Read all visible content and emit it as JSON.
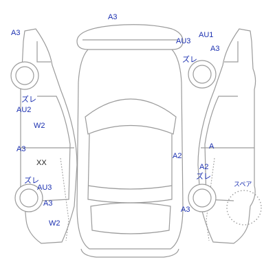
{
  "diagram": {
    "label_color": "#1a2fb0",
    "outline_color": "#9a9a9a",
    "mark_color": "#222222",
    "labels": {
      "top_a3": "A3",
      "lf_a3": "A3",
      "rf_au3": "AU3",
      "rf_au1": "AU1",
      "rf_a3": "A3",
      "rf_zure": "ズレ",
      "l_zure": "ズレ",
      "l_au2": "AU2",
      "l_w2": "W2",
      "l_a3": "A3",
      "l_xx": "XX",
      "r_a2": "A2",
      "r_a": "A",
      "r_a2b": "A2",
      "r_zure": "ズレ",
      "lr_zure": "ズレ",
      "lr_au3": "AU3",
      "lr_a3": "A3",
      "lr_w2": "W2",
      "rr_a3": "A3",
      "spare": "スペア"
    }
  }
}
